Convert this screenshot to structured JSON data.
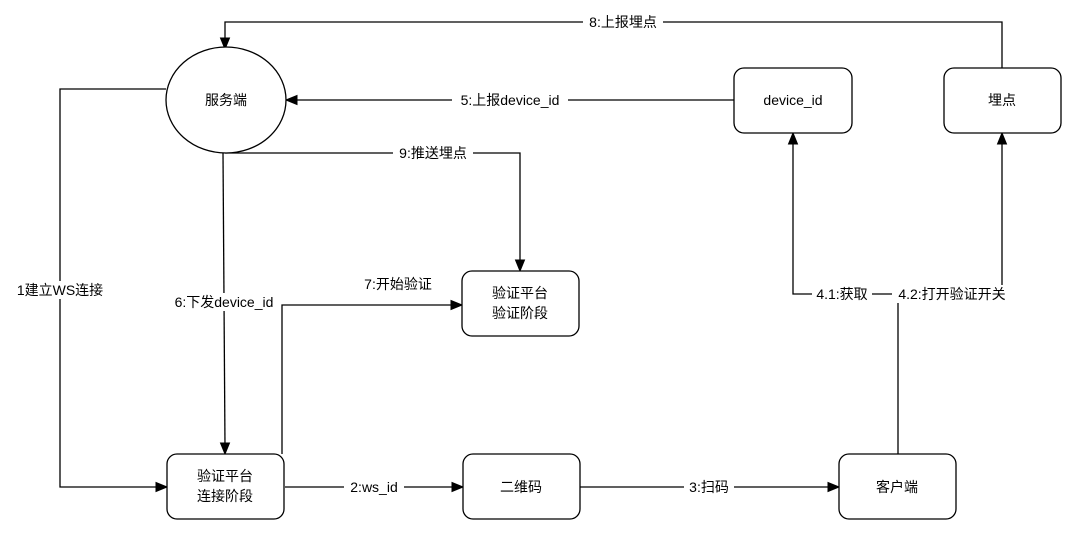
{
  "nodes": {
    "server": "服务端",
    "device_id": "device_id",
    "tracking_point": "埋点",
    "verify_stage_line1": "验证平台",
    "verify_stage_line2": "验证阶段",
    "connect_stage_line1": "验证平台",
    "connect_stage_line2": "连接阶段",
    "qrcode": "二维码",
    "client": "客户端"
  },
  "edges": {
    "e1": "1建立WS连接",
    "e2": "2:ws_id",
    "e3": "3:扫码",
    "e41": "4.1:获取",
    "e42": "4.2:打开验证开关",
    "e5": "5:上报device_id",
    "e6": "6:下发device_id",
    "e7": "7:开始验证",
    "e8": "8:上报埋点",
    "e9": "9:推送埋点"
  }
}
